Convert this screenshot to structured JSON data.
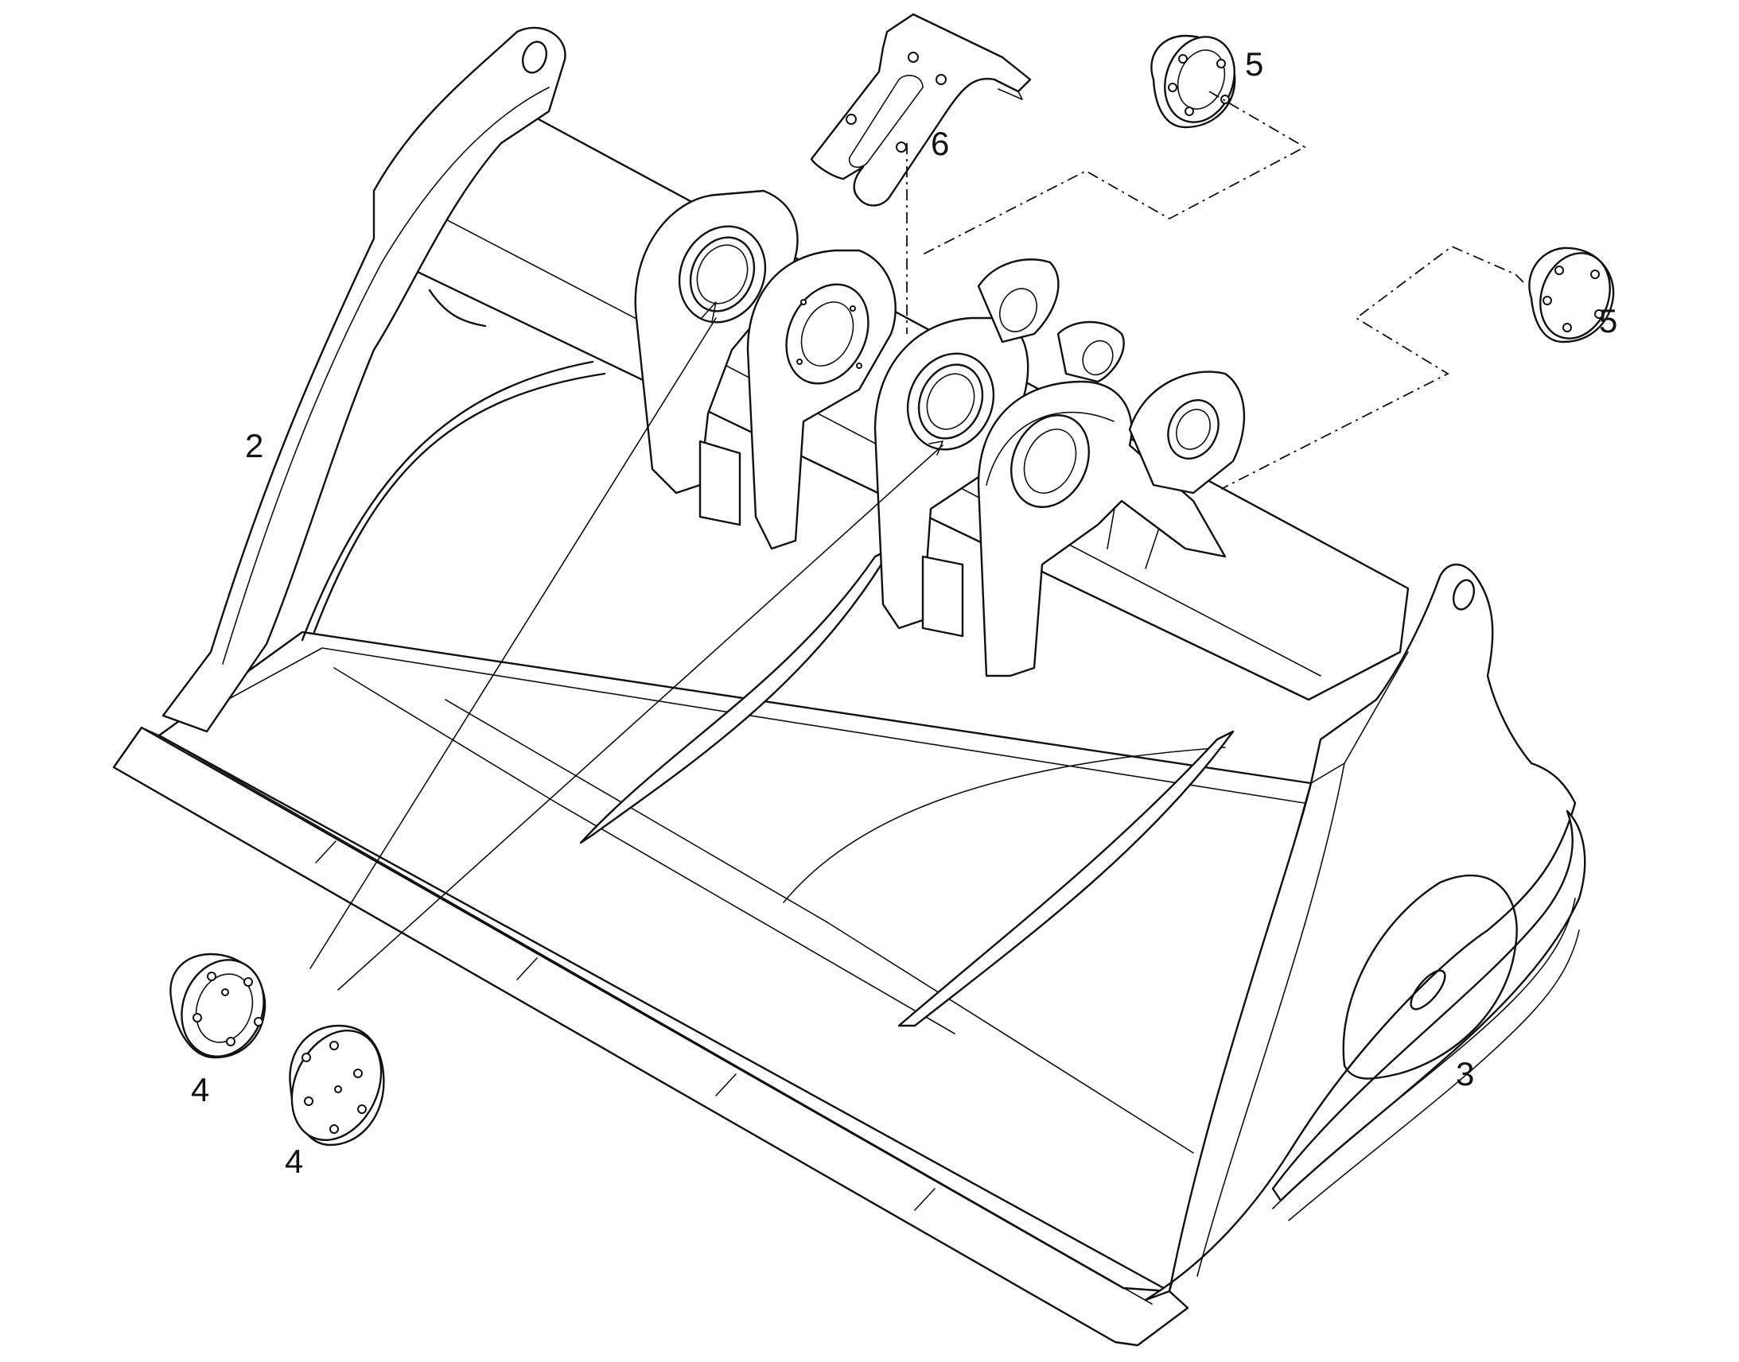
{
  "diagram": {
    "labels": {
      "part_2": "2",
      "part_3": "3",
      "part_4_a": "4",
      "part_4_b": "4",
      "part_5_a": "5",
      "part_5_b": "5",
      "part_6": "6"
    },
    "colors": {
      "line": "#111111",
      "background": "#ffffff"
    }
  }
}
